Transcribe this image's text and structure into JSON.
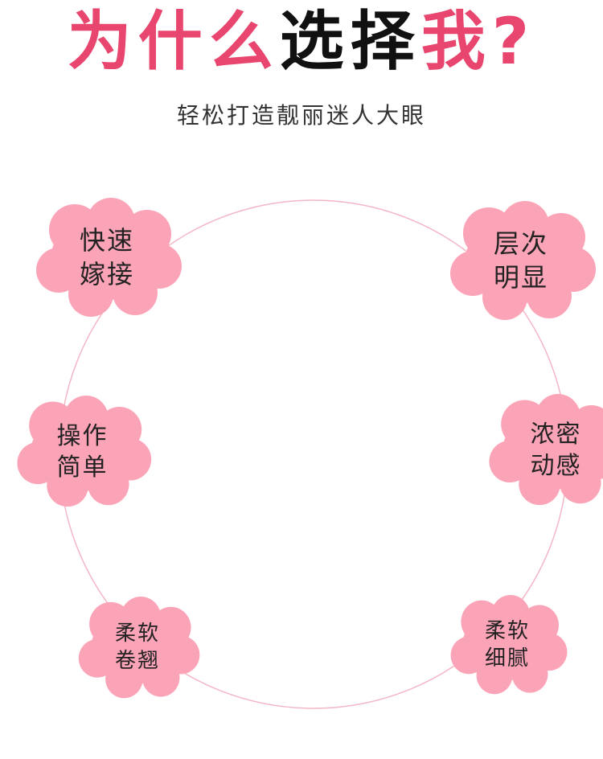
{
  "heading": {
    "part1": "为什么",
    "part2": "选择",
    "part3": "我?"
  },
  "subtitle": "轻松打造靓丽迷人大眼",
  "colors": {
    "accent": "#e8466e",
    "cloud": "#fba3b7",
    "ring": "#f3b7c6"
  },
  "features": [
    {
      "line1": "快速",
      "line2": "嫁接"
    },
    {
      "line1": "层次",
      "line2": "明显"
    },
    {
      "line1": "操作",
      "line2": "简单"
    },
    {
      "line1": "浓密",
      "line2": "动感"
    },
    {
      "line1": "柔软",
      "line2": "卷翘"
    },
    {
      "line1": "柔软",
      "line2": "细腻"
    }
  ]
}
